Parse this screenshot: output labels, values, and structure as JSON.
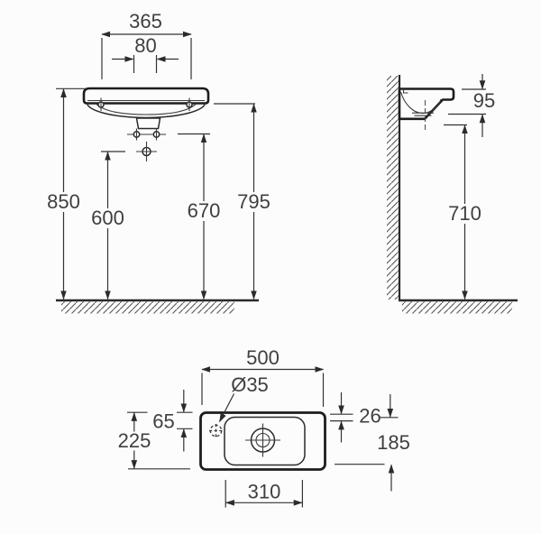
{
  "front_view": {
    "dims": {
      "overall_width": "365",
      "hole_spacing": "80",
      "rim_height": "850",
      "drain_height": "600",
      "bolt_height": "670",
      "underside_height": "795"
    }
  },
  "side_view": {
    "dims": {
      "front_depth": "95",
      "underside_height": "710"
    }
  },
  "plan_view": {
    "dims": {
      "overall_width": "500",
      "tap_hole_diameter": "Ø35",
      "tap_hole_offset": "65",
      "overall_depth": "225",
      "rim_width": "26",
      "bowl_depth": "185",
      "bowl_width": "310"
    }
  }
}
